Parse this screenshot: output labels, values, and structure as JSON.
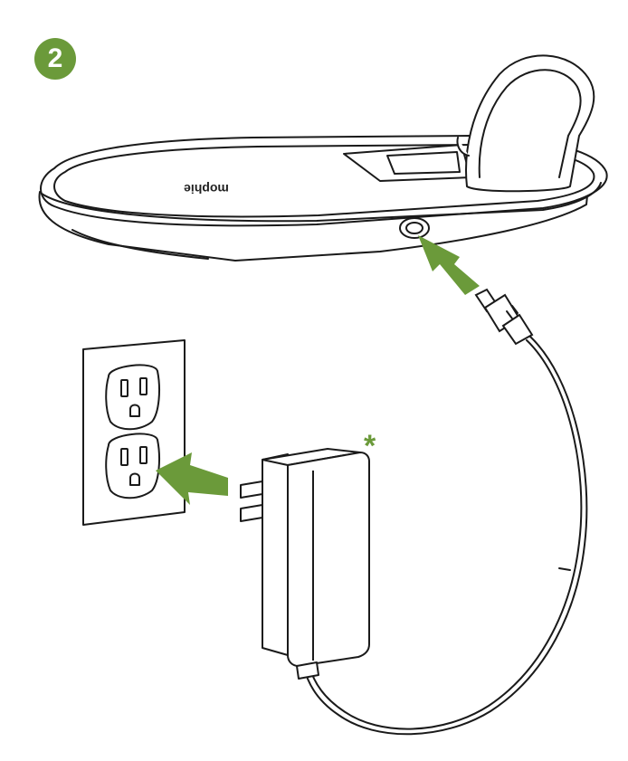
{
  "step": {
    "number": "2"
  },
  "note_marker": "*",
  "pad": {
    "brand_text": "mophie"
  },
  "colors": {
    "accent_green": "#6b9a3a",
    "line": "#1a1a1a",
    "pad_fill": "#ffffff",
    "stand_fill": "#ffffff"
  },
  "icons": {
    "badge": "step-number-badge",
    "arrow": "insert-arrow-icon",
    "outlet": "wall-outlet-icon",
    "adapter": "power-adapter-icon",
    "pad": "charging-pad-icon",
    "cable": "power-cable-icon"
  }
}
